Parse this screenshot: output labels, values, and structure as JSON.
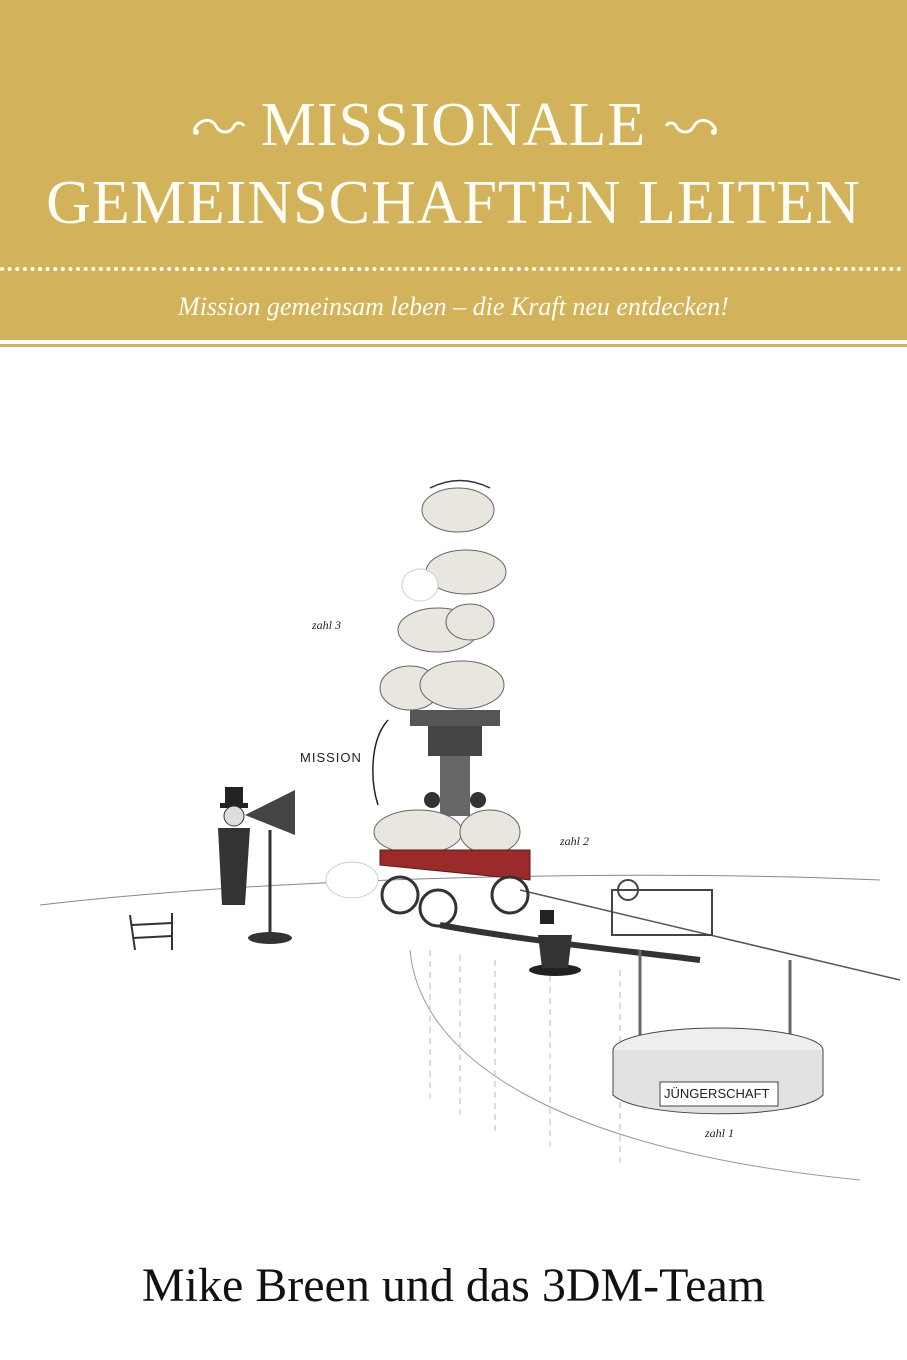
{
  "cover": {
    "title_line1": "MISSIONALE",
    "title_line2": "GEMEINSCHAFTEN LEITEN",
    "subtitle": "Mission gemeinsam leben – die Kraft neu entdecken!",
    "author": "Mike Breen und das 3DM-Team"
  },
  "illustration": {
    "labels": {
      "zahl3": "zahl 3",
      "zahl2": "zahl 2",
      "zahl1": "zahl 1",
      "mission": "MISSION",
      "juengerschaft": "JÜNGERSCHAFT"
    }
  },
  "colors": {
    "gold": "#d2b25a",
    "cream": "#fffdf4",
    "cart_red": "#9b2b2b"
  }
}
